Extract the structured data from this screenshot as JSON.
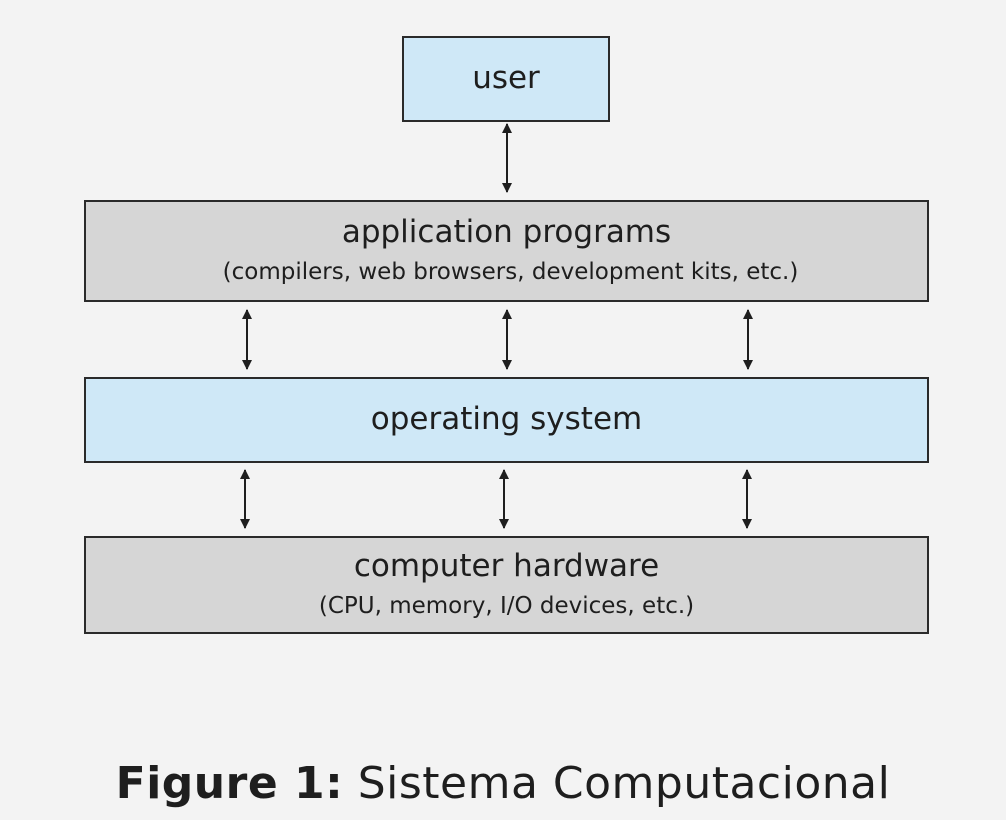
{
  "diagram": {
    "user": {
      "title": "user"
    },
    "application": {
      "title": "application programs",
      "subtitle": "(compilers, web browsers, development kits, etc.)"
    },
    "os": {
      "title": "operating system"
    },
    "hardware": {
      "title": "computer hardware",
      "subtitle": "(CPU, memory, I/O devices, etc.)"
    }
  },
  "caption": {
    "label": "Figure 1:",
    "text": "Sistema Computacional"
  },
  "colors": {
    "blue_fill": "#cfe8f7",
    "gray_fill": "#d6d6d6",
    "border": "#2a2a2a"
  }
}
